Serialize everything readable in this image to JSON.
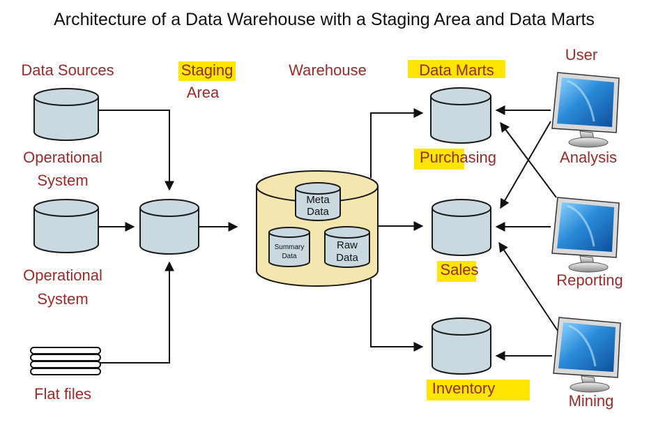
{
  "title": "Architecture of a Data Warehouse with a Staging Area and Data Marts",
  "headers": {
    "data_sources": "Data Sources",
    "staging_line1": "Staging",
    "staging_line2": "Area",
    "warehouse": "Warehouse",
    "data_marts": "Data Marts",
    "user": "User"
  },
  "sources": {
    "op1_line1": "Operational",
    "op1_line2": "System",
    "op2_line1": "Operational",
    "op2_line2": "System",
    "flat_files": "Flat files"
  },
  "warehouse": {
    "meta_line1": "Meta",
    "meta_line2": "Data",
    "summary_line1": "Summary",
    "summary_line2": "Data",
    "raw_line1": "Raw",
    "raw_line2": "Data"
  },
  "marts": {
    "purchasing": "Purchasing",
    "sales": "Sales",
    "inventory": "Inventory"
  },
  "users": {
    "analysis": "Analysis",
    "reporting": "Reporting",
    "mining": "Mining"
  },
  "colors": {
    "label": "#9a2a2a",
    "cylinder": "#c9d9df",
    "warehouse_fill": "#f5e6b0",
    "highlight": "#ffe600",
    "monitor_screen": "#1f7fd0"
  }
}
